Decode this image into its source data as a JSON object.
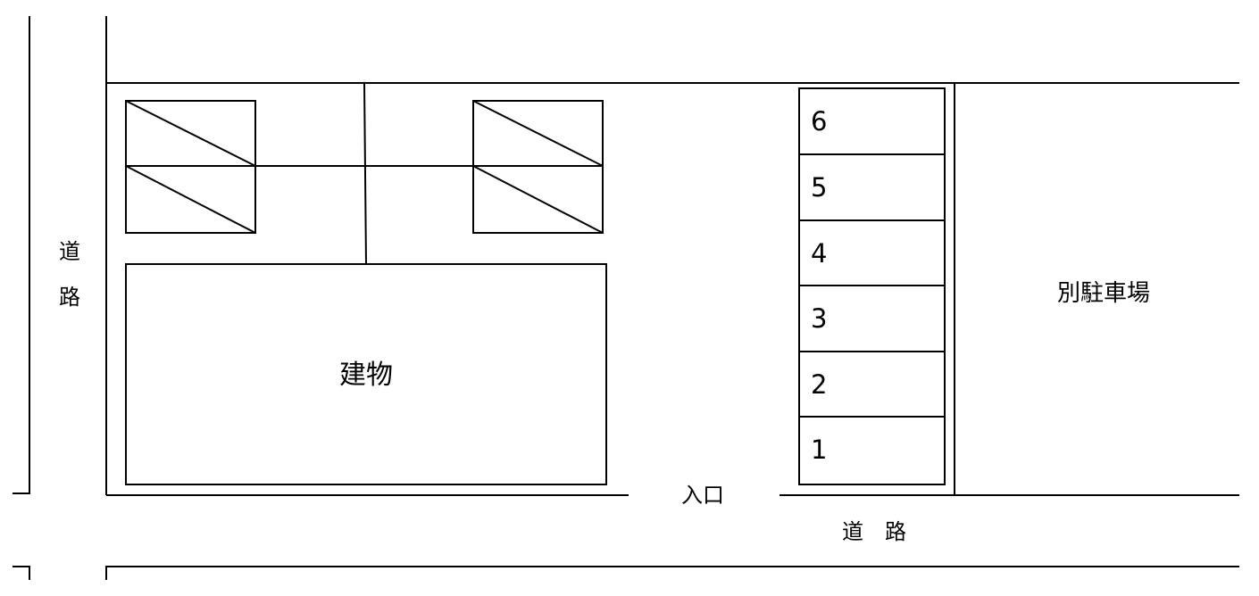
{
  "labels": {
    "road_left_1": "道",
    "road_left_2": "路",
    "road_bottom": "道　路",
    "building": "建物",
    "entrance": "入口",
    "separate_parking": "別駐車場"
  },
  "parking_spaces": [
    "6",
    "5",
    "4",
    "3",
    "2",
    "1"
  ]
}
